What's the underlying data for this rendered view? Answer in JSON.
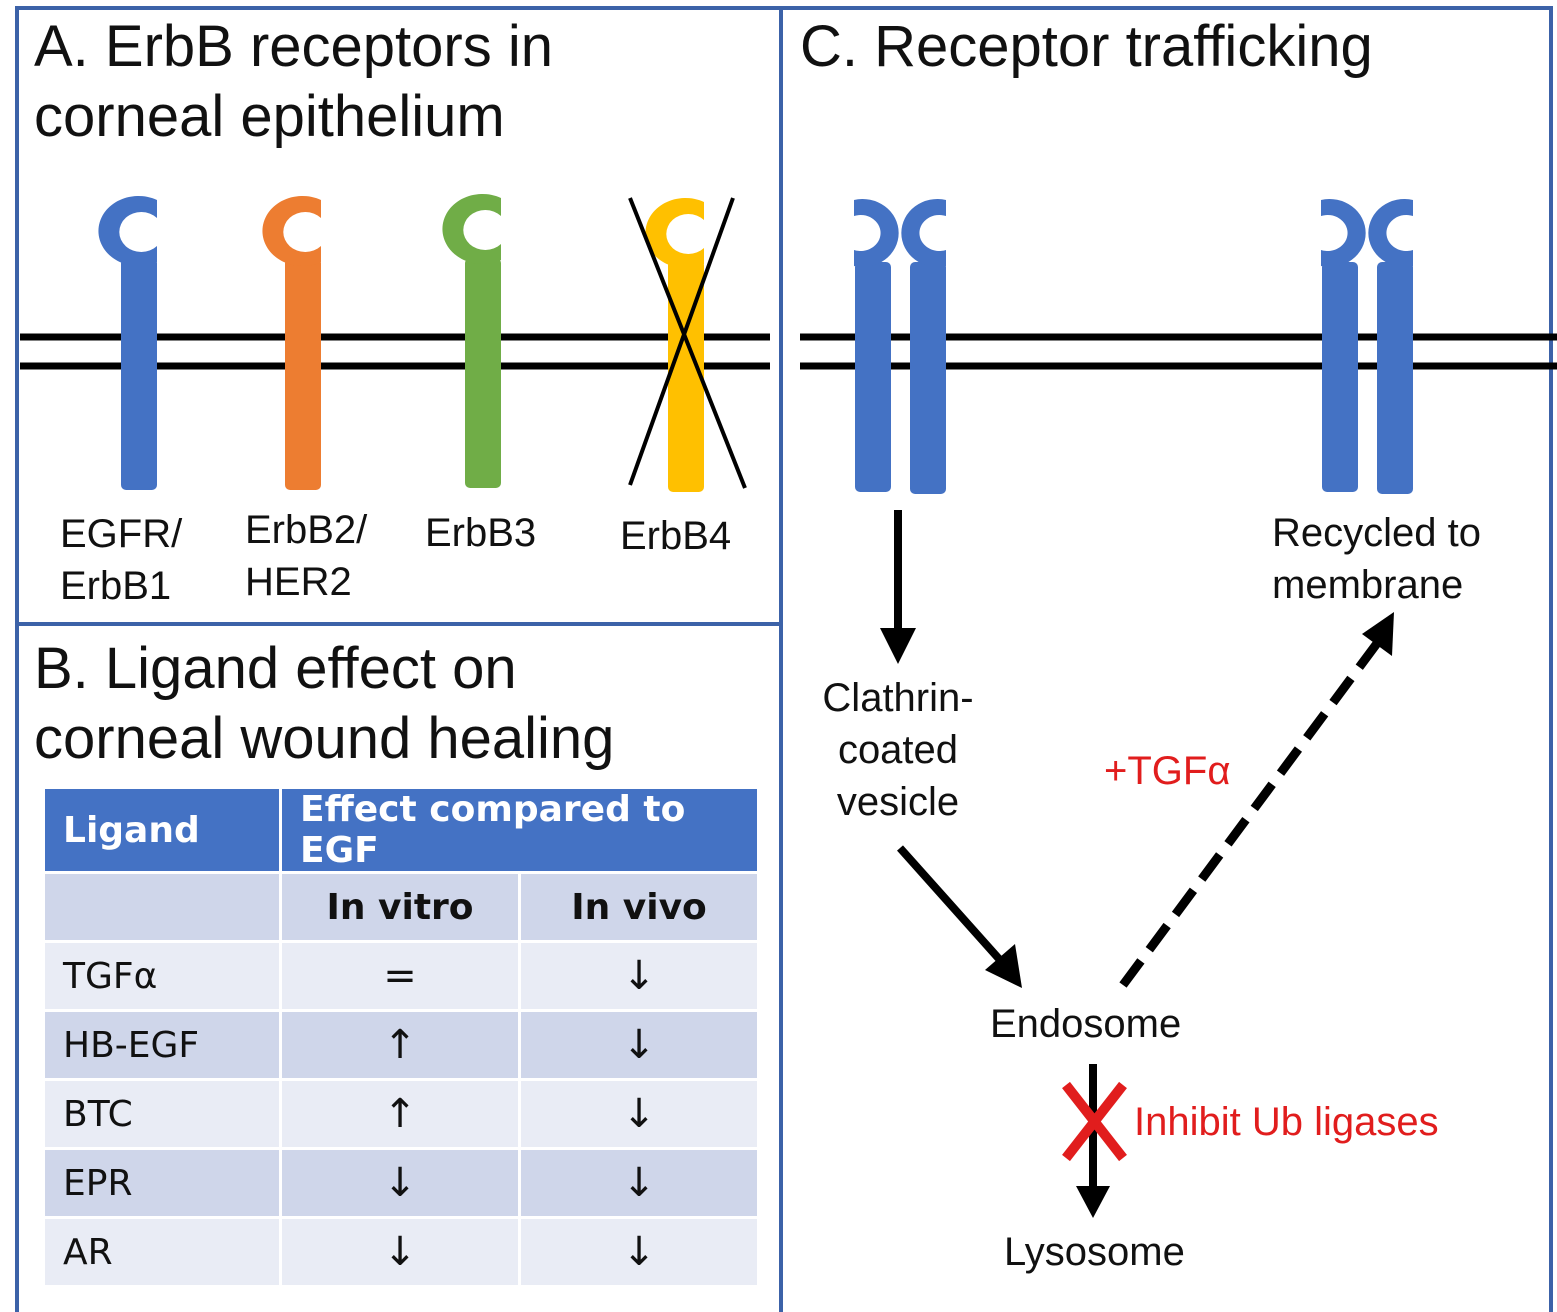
{
  "panel_a": {
    "title": "A. ErbB receptors in\ncorneal epithelium",
    "receptors": [
      {
        "label": "EGFR/\nErbB1",
        "color": "#4472c4"
      },
      {
        "label": "ErbB2/\nHER2",
        "color": "#ed7d31"
      },
      {
        "label": "ErbB3",
        "color": "#70ad47"
      },
      {
        "label": "ErbB4",
        "color": "#ffc000",
        "crossed_out": true
      }
    ]
  },
  "panel_b": {
    "title": "B. Ligand effect on\ncorneal wound healing",
    "table": {
      "header": [
        "Ligand",
        "Effect compared to EGF"
      ],
      "subheader": [
        "",
        "In vitro",
        "In vivo"
      ],
      "rows": [
        [
          "TGFα",
          "=",
          "↓"
        ],
        [
          "HB-EGF",
          "↑",
          "↓"
        ],
        [
          "BTC",
          "↑",
          "↓"
        ],
        [
          "EPR",
          "↓",
          "↓"
        ],
        [
          "AR",
          "↓",
          "↓"
        ]
      ]
    }
  },
  "panel_c": {
    "title": "C. Receptor trafficking",
    "clathrin": "Clathrin-\ncoated\nvesicle",
    "recycled": "Recycled to\nmembrane",
    "tgfa": "+TGFα",
    "endosome": "Endosome",
    "inhibit": "Inhibit Ub ligases",
    "lysosome": "Lysosome"
  },
  "colors": {
    "border": "#3c62a8",
    "receptor_blue": "#4472c4",
    "red": "#e11d1d"
  }
}
